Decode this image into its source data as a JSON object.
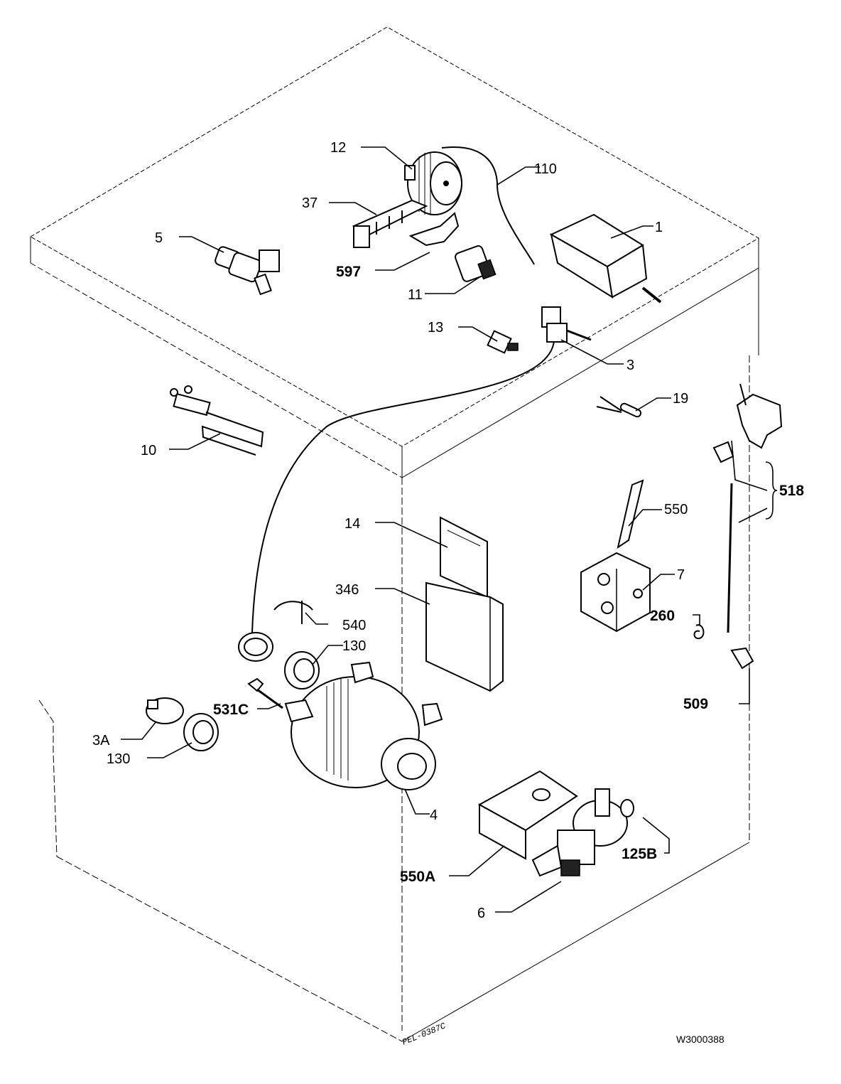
{
  "diagram": {
    "drawing_code": "W3000388",
    "handwritten_note": "PEL-0387C",
    "labels": {
      "l1": "1",
      "l3": "3",
      "l3a": "3A",
      "l4": "4",
      "l5": "5",
      "l6": "6",
      "l7": "7",
      "l10": "10",
      "l11": "11",
      "l12": "12",
      "l13": "13",
      "l14": "14",
      "l19": "19",
      "l37": "37",
      "l110": "110",
      "l125b": "125B",
      "l130a": "130",
      "l130b": "130",
      "l260": "260",
      "l346": "346",
      "l509": "509",
      "l518": "518",
      "l531c": "531C",
      "l540": "540",
      "l550": "550",
      "l550a": "550A",
      "l597": "597"
    }
  }
}
